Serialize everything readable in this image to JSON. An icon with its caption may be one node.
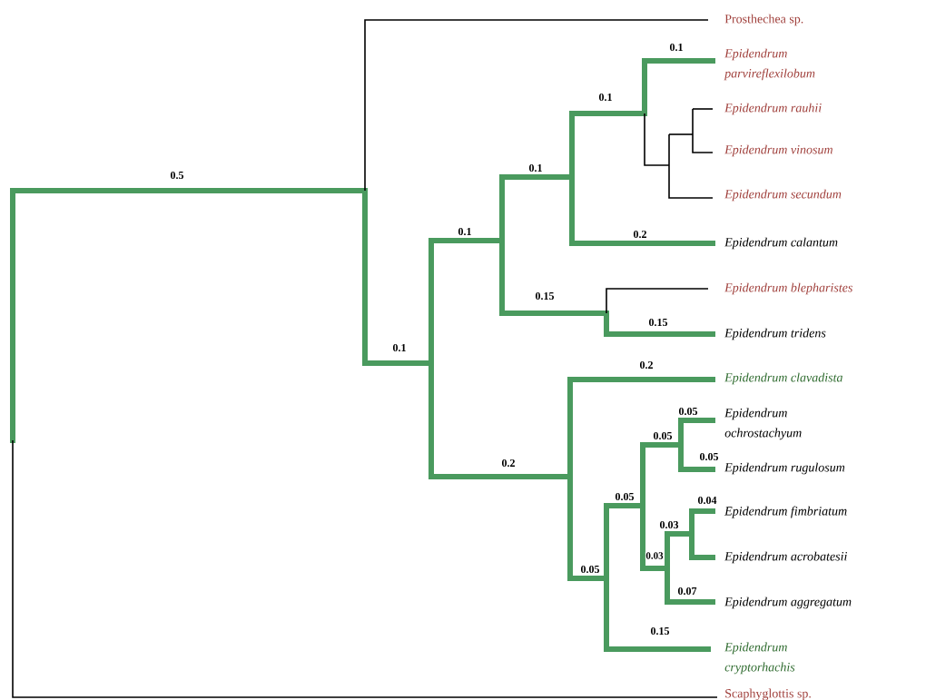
{
  "diagram": {
    "labels": [
      "Prosthechea sp.",
      "0.1",
      "Epidendrum parvireflexilobum",
      "0.1",
      "Epidendrum rauhii",
      "Epidendrum vinosum",
      "0.1",
      "0.5",
      "Epidendrum secundum",
      "0.1",
      "0.2",
      "Epidendrum calantum",
      "Epidendrum blepharistes",
      "0.15",
      "0.15",
      "Epidendrum tridens",
      "0.1",
      "0.2",
      "Epidendrum clavadista",
      "0.05",
      "Epidendrum ochrostachyum",
      "0.05",
      "0.05",
      "0.2",
      "Epidendrum rugulosum",
      "0.05",
      "0.04",
      "Epidendrum fimbriatum",
      "0.03",
      "Epidendrum acrobatesii",
      "0.03",
      "0.05",
      "0.07",
      "Epidendrum aggregatum",
      "0.15",
      "Epidendrum cryptorhachis",
      "Scaphyglottis sp."
    ]
  }
}
